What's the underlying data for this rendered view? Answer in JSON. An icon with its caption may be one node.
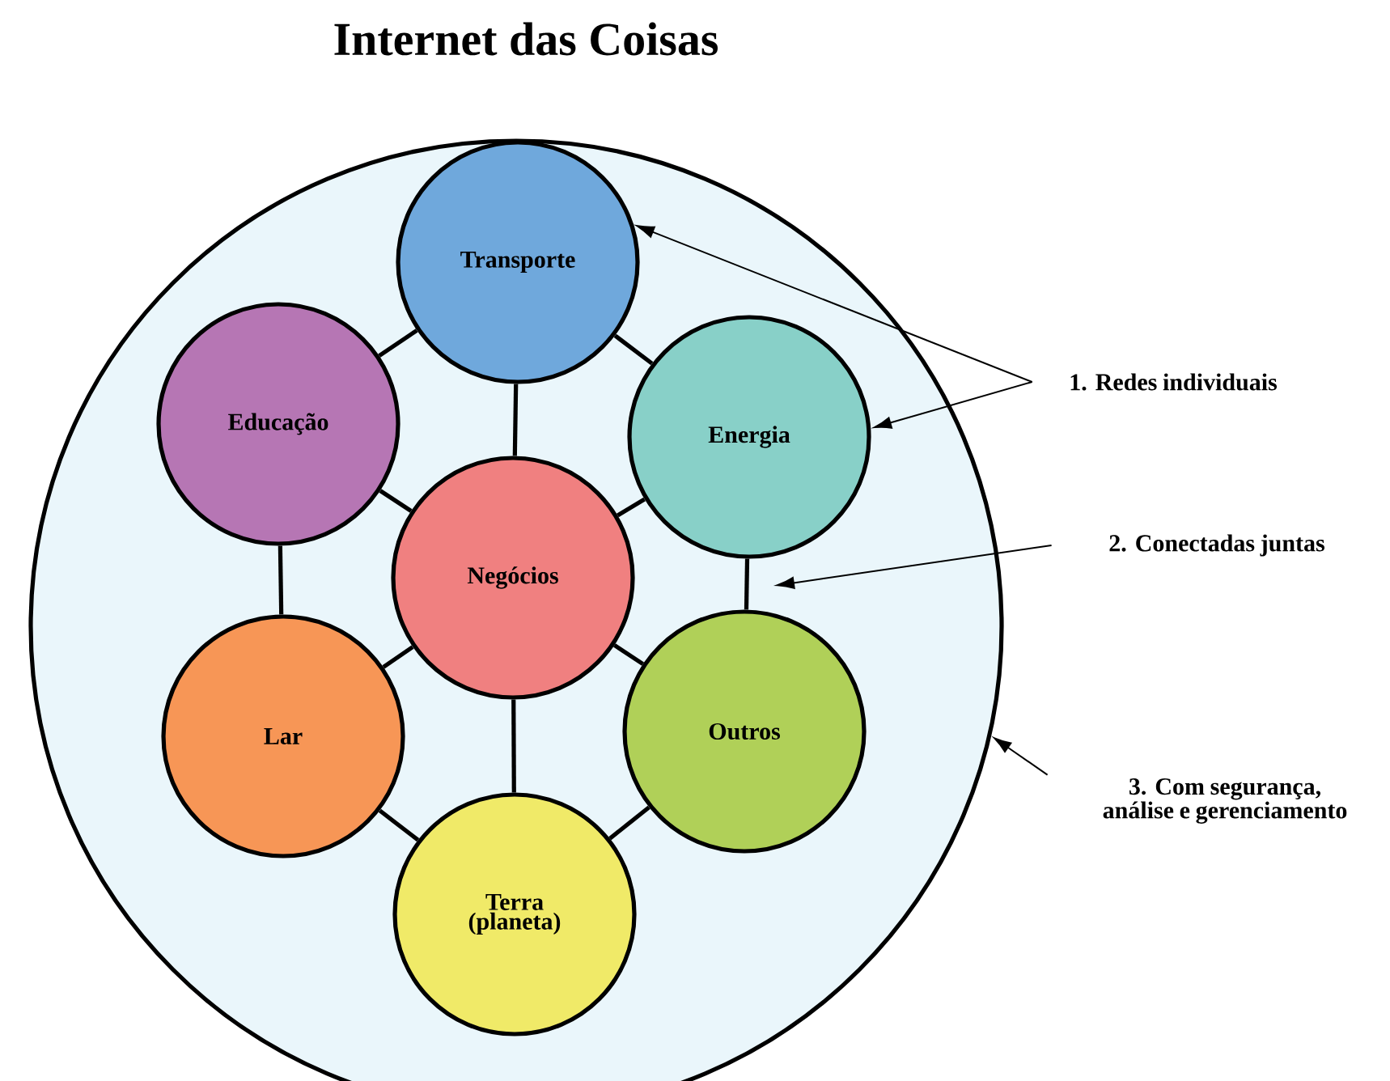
{
  "diagram": {
    "title": "Internet das Coisas",
    "nodes": [
      {
        "text": [],
        "shape": "circle"
      },
      {
        "text": [
          "Transporte"
        ],
        "in": 0
      },
      {
        "text": [
          "Educação"
        ],
        "in": 0
      },
      {
        "text": [
          "Energia"
        ],
        "in": 0
      },
      {
        "text": [
          "Negócios"
        ],
        "in": 0
      },
      {
        "text": [
          "Lar"
        ],
        "in": 0
      },
      {
        "text": [
          "Outros"
        ],
        "in": 0
      },
      {
        "text": [
          "Terra (planeta)"
        ],
        "in": 0
      },
      {
        "text": [
          "1. Redes individuais"
        ]
      },
      {
        "text": [
          "2. Conectadas juntas"
        ]
      },
      {
        "text": [
          "3. Com segurança, análise e gerenciamento"
        ]
      }
    ],
    "edges": [
      {
        "from": 1,
        "to": 2,
        "arrow": "none"
      },
      {
        "from": 1,
        "to": 3,
        "arrow": "none"
      },
      {
        "from": 1,
        "to": 4,
        "arrow": "none"
      },
      {
        "from": 2,
        "to": 4,
        "arrow": "none"
      },
      {
        "from": 3,
        "to": 4,
        "arrow": "none"
      },
      {
        "from": 2,
        "to": 5,
        "arrow": "none"
      },
      {
        "from": 3,
        "to": 6,
        "arrow": "none"
      },
      {
        "from": 4,
        "to": 5,
        "arrow": "none"
      },
      {
        "from": 4,
        "to": 6,
        "arrow": "none"
      },
      {
        "from": 4,
        "to": 7,
        "arrow": "none"
      },
      {
        "from": 5,
        "to": 7,
        "arrow": "none"
      },
      {
        "from": 6,
        "to": 7,
        "arrow": "none"
      },
      {
        "from": 8,
        "to": 1,
        "arrow": "to"
      },
      {
        "from": 8,
        "to": 3,
        "arrow": "to"
      },
      {
        "from": 9,
        "to": null,
        "arrow": "to"
      },
      {
        "from": 10,
        "to": 0,
        "arrow": "to"
      }
    ]
  }
}
